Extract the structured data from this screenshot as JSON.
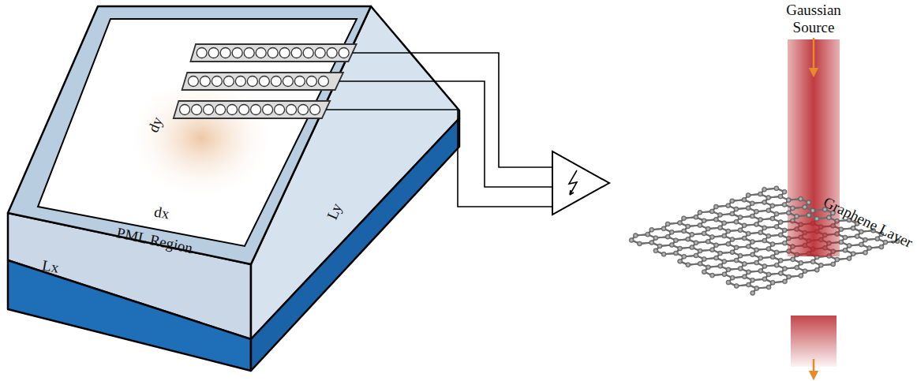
{
  "diagram": {
    "labels": [
      "dy",
      "dx",
      "PML Region",
      "Ly",
      "Lx",
      "Gaussian Source",
      "Graphene Layer"
    ]
  }
}
